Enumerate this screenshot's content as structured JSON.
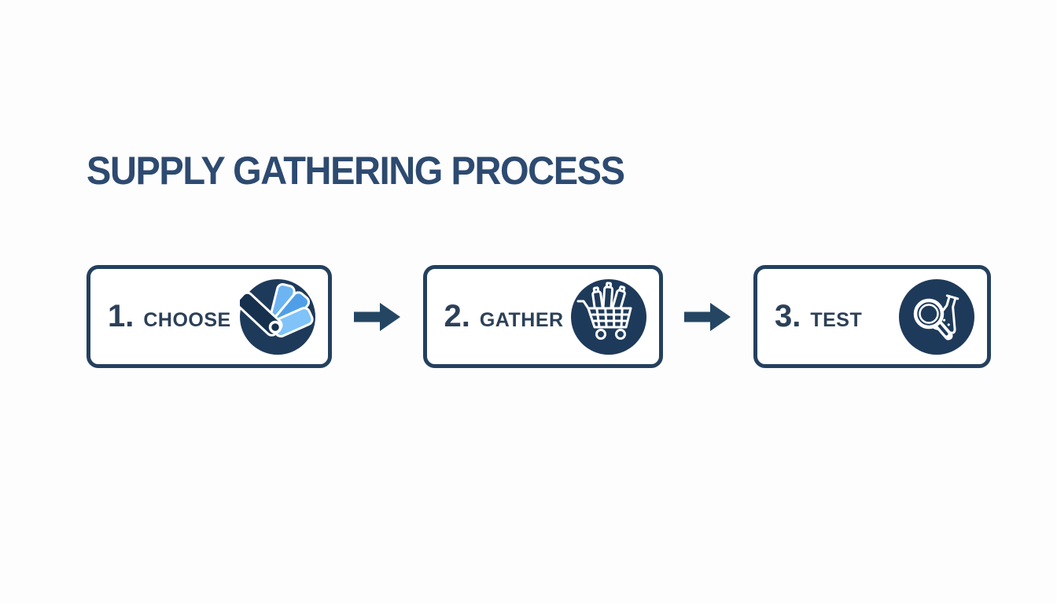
{
  "title": "SUPPLY GATHERING PROCESS",
  "colors": {
    "background": "#fdfdfe",
    "title_text": "#2d4a70",
    "box_border": "#24405e",
    "step_text": "#2c4058",
    "icon_circle": "#1e3a5a",
    "arrow": "#254663",
    "swatch_blue_light": "#7fc3f8",
    "swatch_blue_mid": "#4f9fe8",
    "swatch_blue": "#6db4f2",
    "swatch_dark": "#16304d",
    "icon_stroke": "#ffffff"
  },
  "steps": [
    {
      "number": "1.",
      "label": "CHOOSE",
      "icon": "color-swatches-icon"
    },
    {
      "number": "2.",
      "label": "GATHER",
      "icon": "shopping-cart-icon"
    },
    {
      "number": "3.",
      "label": "TEST",
      "icon": "magnifier-flask-icon"
    }
  ],
  "connectors": [
    {
      "type": "arrow-right"
    },
    {
      "type": "arrow-right"
    }
  ]
}
